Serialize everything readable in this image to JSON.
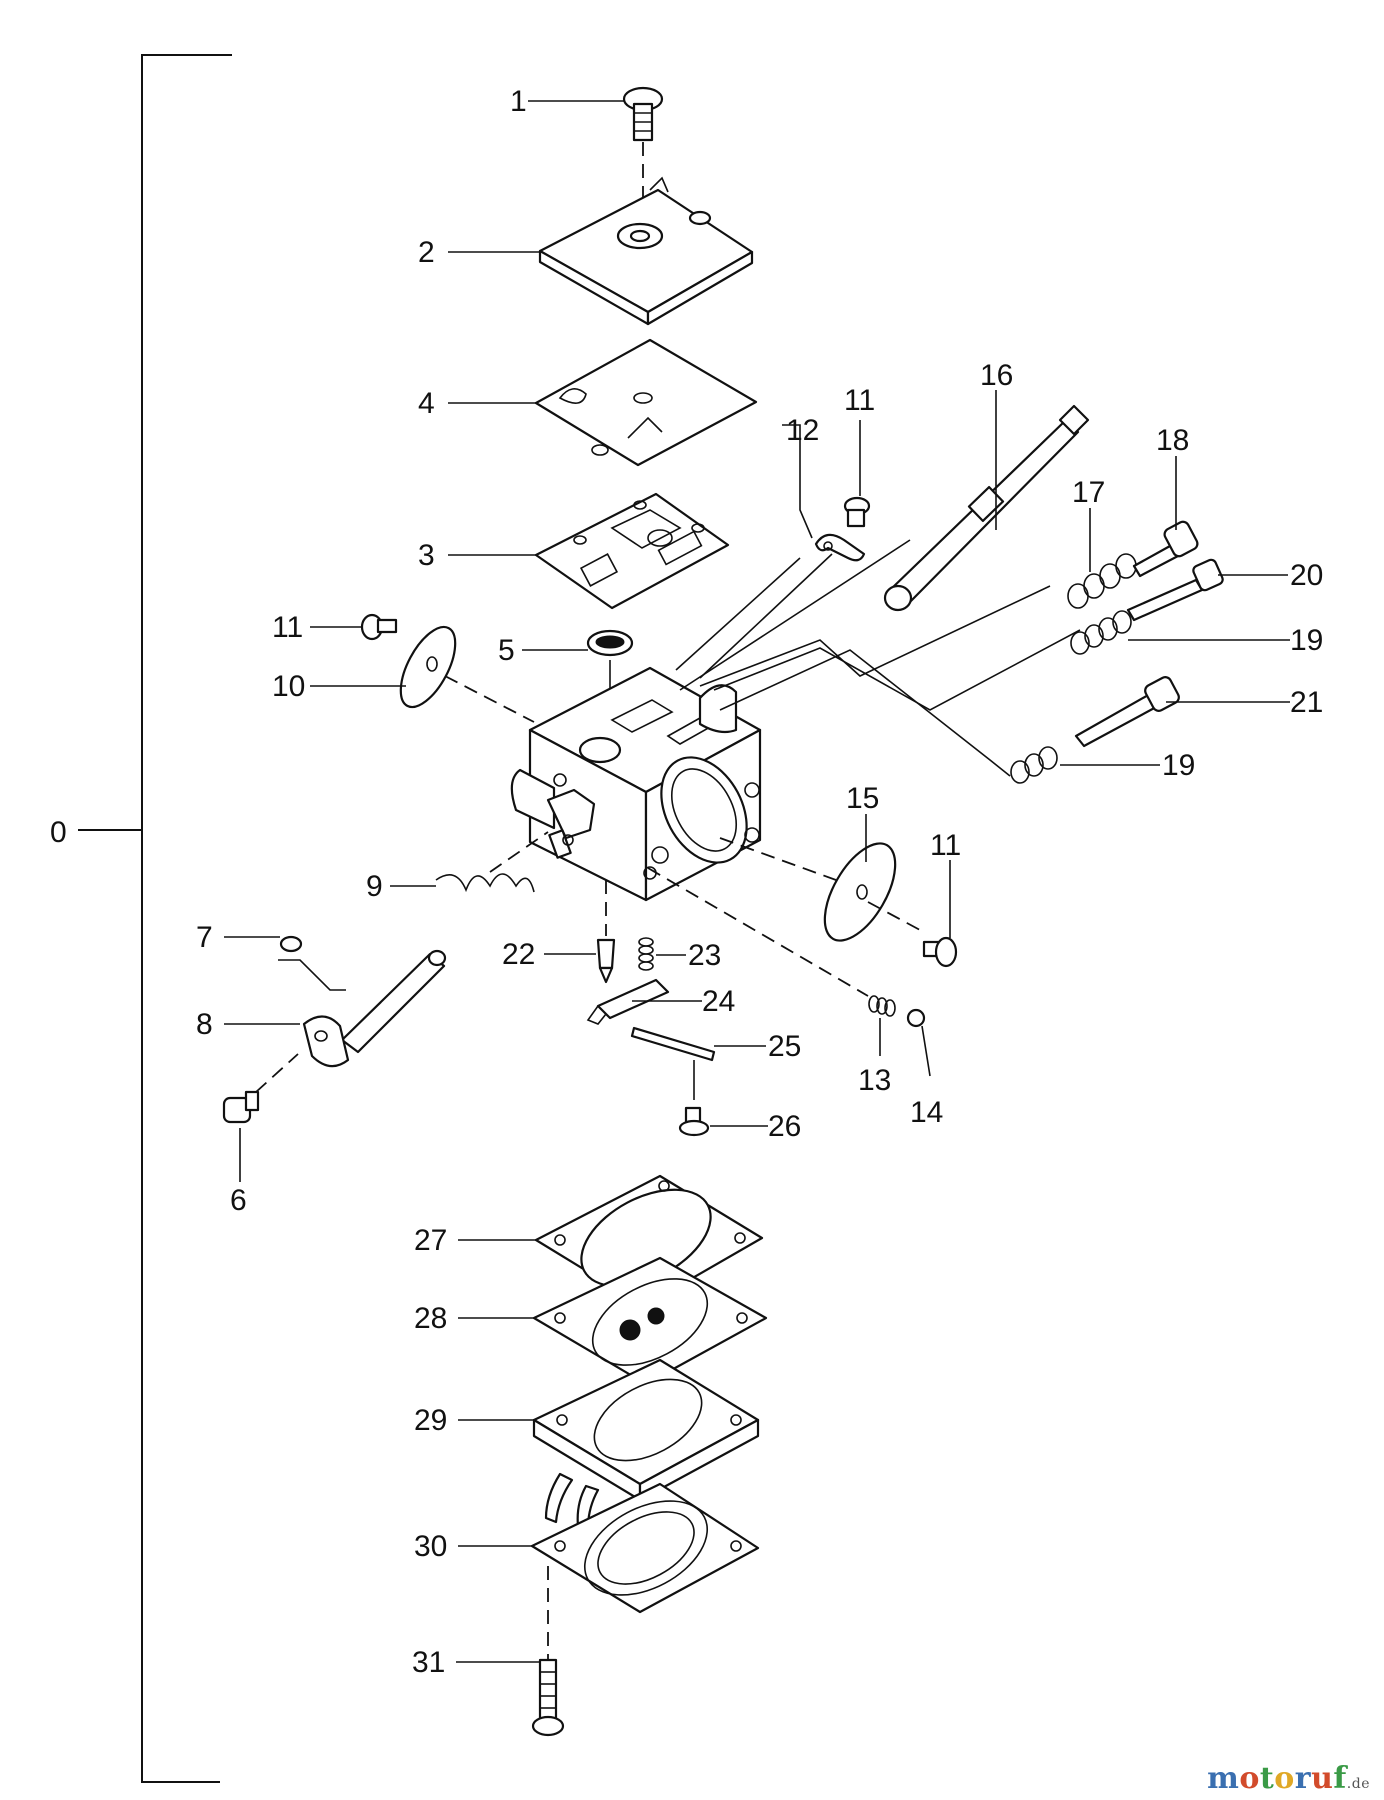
{
  "diagram": {
    "assembly_label": "0",
    "callouts": {
      "c1": "1",
      "c2": "2",
      "c3": "3",
      "c4": "4",
      "c5": "5",
      "c6": "6",
      "c7": "7",
      "c8": "8",
      "c9": "9",
      "c10": "10",
      "c11a": "11",
      "c11b": "11",
      "c11c": "11",
      "c12": "12",
      "c13": "13",
      "c14": "14",
      "c15": "15",
      "c16": "16",
      "c17": "17",
      "c18": "18",
      "c19a": "19",
      "c19b": "19",
      "c20": "20",
      "c21": "21",
      "c22": "22",
      "c23": "23",
      "c24": "24",
      "c25": "25",
      "c26": "26",
      "c27": "27",
      "c28": "28",
      "c29": "29",
      "c30": "30",
      "c31": "31"
    }
  },
  "watermark": {
    "text": "motoruf",
    "suffix": ".de"
  }
}
